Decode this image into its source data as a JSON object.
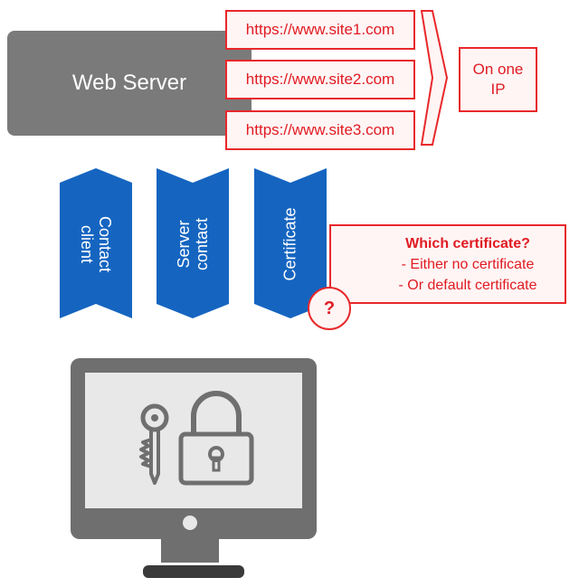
{
  "web_server": {
    "label": "Web Server"
  },
  "sites": [
    "https://www.site1.com",
    "https://www.site2.com",
    "https://www.site3.com"
  ],
  "one_ip": {
    "line1": "On one",
    "line2": "IP"
  },
  "arrows": [
    {
      "line1": "Contact",
      "line2": "client"
    },
    {
      "line1": "Server",
      "line2": "contact"
    },
    {
      "line1": "Certificate",
      "line2": ""
    }
  ],
  "question": {
    "title": "Which certificate?",
    "option1": "- Either no certificate",
    "option2": "- Or default certificate",
    "mark": "?"
  },
  "colors": {
    "accent_red": "#e01b22",
    "arrow_blue": "#1565c0",
    "server_grey": "#7a7a7a"
  },
  "icons": [
    "key-icon",
    "padlock-icon",
    "monitor-icon"
  ]
}
